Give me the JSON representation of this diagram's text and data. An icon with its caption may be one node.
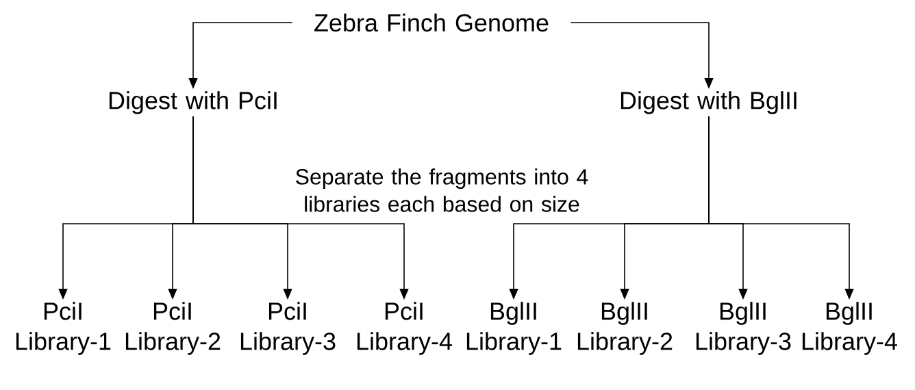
{
  "diagram": {
    "nodes": [
      {
        "text": [
          "Zebra Finch Genome"
        ]
      },
      {
        "text": [
          "Digest with PciI"
        ]
      },
      {
        "text": [
          "Digest with BglII"
        ]
      },
      {
        "text": [
          "PciI Library-1"
        ]
      },
      {
        "text": [
          "PciI Library-2"
        ]
      },
      {
        "text": [
          "PciI Library-3"
        ]
      },
      {
        "text": [
          "PciI Library-4"
        ]
      },
      {
        "text": [
          "BglII Library-1"
        ]
      },
      {
        "text": [
          "BglII Library-2"
        ]
      },
      {
        "text": [
          "BglII Library-3"
        ]
      },
      {
        "text": [
          "BglII Library-4"
        ]
      }
    ],
    "edges": [
      {
        "from": 0,
        "to": 1,
        "arrow": "to"
      },
      {
        "from": 0,
        "to": 2,
        "arrow": "to"
      },
      {
        "from": 1,
        "to": 3,
        "arrow": "to"
      },
      {
        "from": 1,
        "to": 4,
        "arrow": "to"
      },
      {
        "from": 1,
        "to": 5,
        "arrow": "to"
      },
      {
        "from": 1,
        "to": 6,
        "arrow": "to"
      },
      {
        "from": 2,
        "to": 7,
        "arrow": "to"
      },
      {
        "from": 2,
        "to": 8,
        "arrow": "to"
      },
      {
        "from": 2,
        "to": 9,
        "arrow": "to"
      },
      {
        "from": 2,
        "to": 10,
        "arrow": "to"
      }
    ],
    "labels": [
      "Separate the fragments into 4 libraries each based on size"
    ]
  }
}
